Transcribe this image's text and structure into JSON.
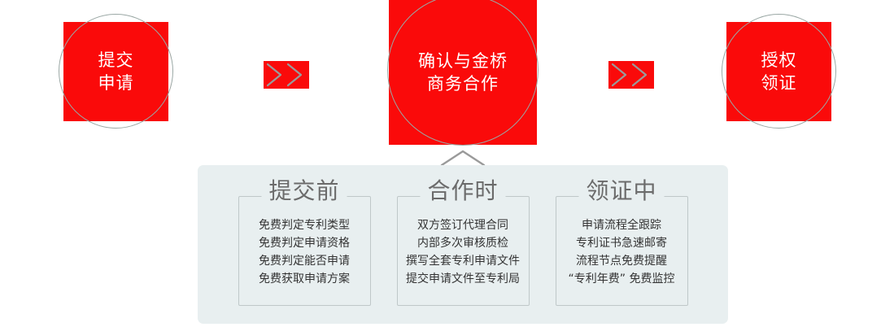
{
  "colors": {
    "step_red": "#fa0a0a",
    "step_text": "#ffffff",
    "ring_outline": "#9aa7a4",
    "panel_bg": "#e8eff0",
    "group_border": "#bfc8c9",
    "group_title_text": "#6b6b6b",
    "list_text": "#333333",
    "chevron_gray": "#9a9a9a",
    "page_bg": "#ffffff"
  },
  "flow": {
    "steps": [
      {
        "id": "submit",
        "lines": [
          "提交",
          "申请"
        ]
      },
      {
        "id": "confirm",
        "lines": [
          "确认与金桥",
          "商务合作"
        ]
      },
      {
        "id": "grant",
        "lines": [
          "授权",
          "领证"
        ]
      }
    ],
    "separators": [
      {
        "id": "sep-1",
        "icon": "double-chevron-right-icon"
      },
      {
        "id": "sep-2",
        "icon": "double-chevron-right-icon"
      }
    ],
    "panel_pointer_icon": "caret-up-icon"
  },
  "panel": {
    "groups": [
      {
        "id": "before-submit",
        "title": "提交前",
        "items": [
          "免费判定专利类型",
          "免费判定申请资格",
          "免费判定能否申请",
          "免费获取申请方案"
        ]
      },
      {
        "id": "during-cooperation",
        "title": "合作时",
        "items": [
          "双方签订代理合同",
          "内部多次审核质检",
          "撰写全套专利申请文件",
          "提交申请文件至专利局"
        ]
      },
      {
        "id": "during-certification",
        "title": "领证中",
        "items": [
          "申请流程全跟踪",
          "专利证书急速邮寄",
          "流程节点免费提醒",
          "“专利年费” 免费监控"
        ]
      }
    ]
  }
}
